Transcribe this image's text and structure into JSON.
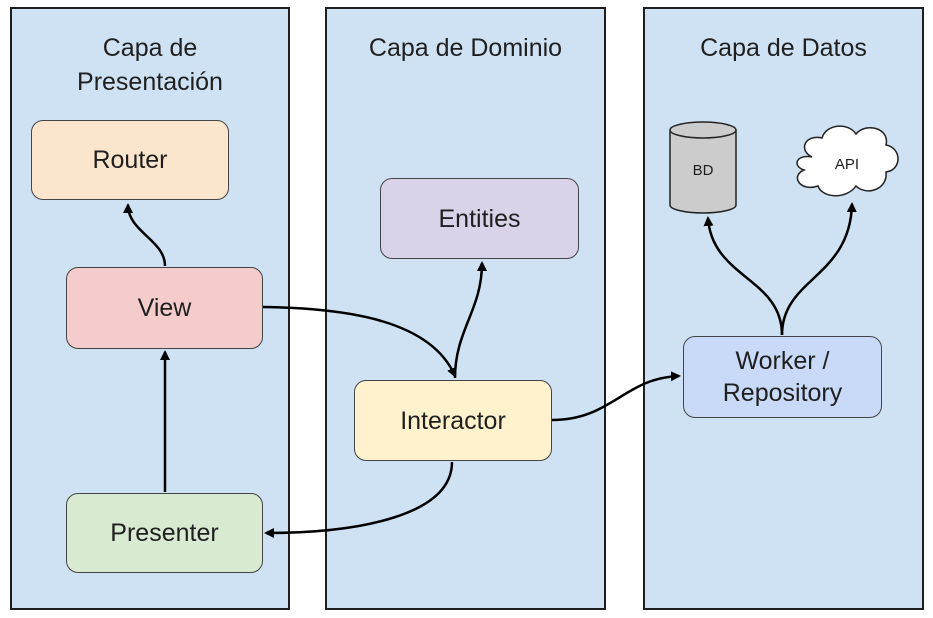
{
  "layers": {
    "presentation": {
      "title_line1": "Capa de",
      "title_line2": "Presentación"
    },
    "domain": {
      "title": "Capa de Dominio"
    },
    "data": {
      "title": "Capa de Datos"
    }
  },
  "nodes": {
    "router": "Router",
    "view": "View",
    "presenter": "Presenter",
    "entities": "Entities",
    "interactor": "Interactor",
    "worker_line1": "Worker /",
    "worker_line2": "Repository",
    "bd": "BD",
    "api": "API"
  },
  "colors": {
    "layer_fill": "#cfe2f3",
    "router": "#fce5cd",
    "view": "#f4cccc",
    "presenter": "#d9ead3",
    "entities": "#d9d2e9",
    "interactor": "#fff2cc",
    "worker": "#c9daf8",
    "bd": "#cccccc",
    "api": "#ffffff"
  }
}
